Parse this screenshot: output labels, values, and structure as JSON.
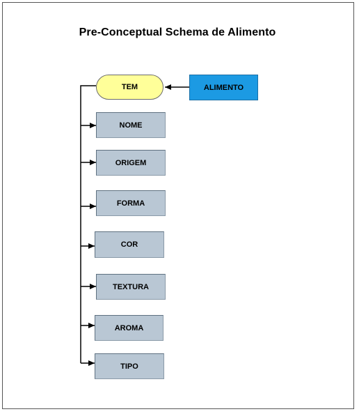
{
  "title": "Pre-Conceptual Schema de Alimento",
  "concept": "ALIMENTO",
  "relation": "TEM",
  "attributes": [
    "NOME",
    "ORIGEM",
    "FORMA",
    "COR",
    "TEXTURA",
    "AROMA",
    "TIPO"
  ],
  "colors": {
    "concept_fill": "#1c9ae3",
    "relation_fill": "#ffff99",
    "attribute_fill": "#b9c7d4",
    "connector": "#000000"
  }
}
